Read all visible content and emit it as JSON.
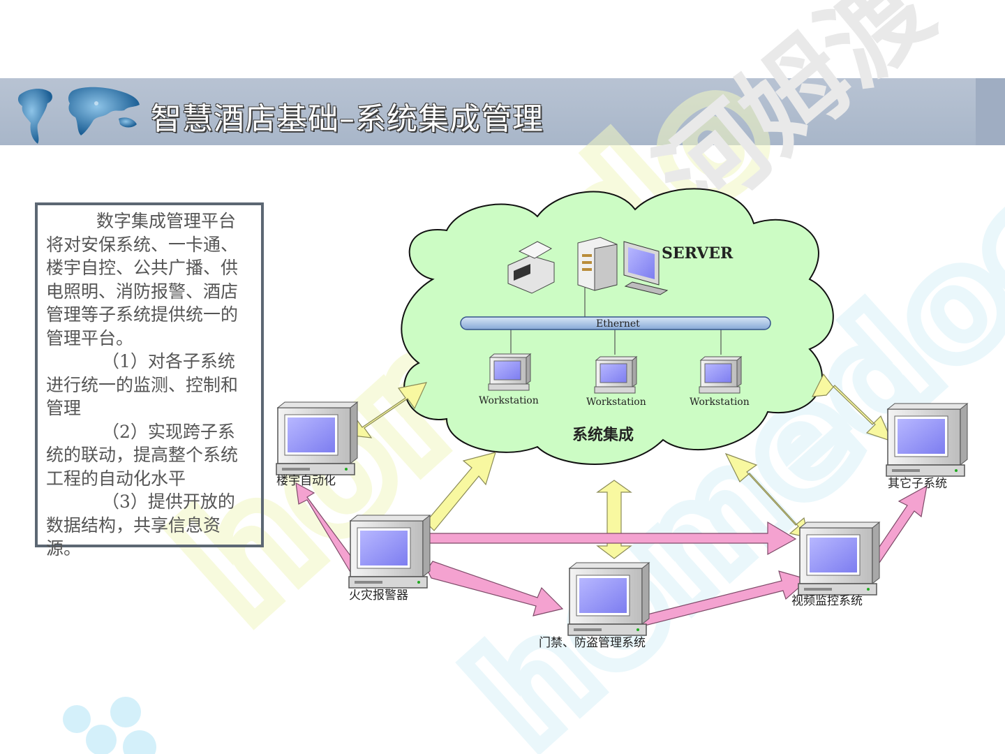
{
  "header": {
    "title": "智慧酒店基础–系统集成管理"
  },
  "watermark": {
    "text": "homedocom",
    "logo_text": "河姆渡"
  },
  "description": {
    "intro": "数字集成管理平台将对安保系统、一卡通、楼宇自控、公共广播、供电照明、消防报警、酒店管理等子系统提供统一的管理平台。",
    "point1": "（1）对各子系统进行统一的监测、控制和管理",
    "point2": "（2）实现跨子系统的联动，提高整个系统工程的自动化水平",
    "point3": "（3）提供开放的数据结构，共享信息资源。"
  },
  "diagram": {
    "server_label": "SERVER",
    "bus_label": "Ethernet",
    "workstation_label": "Workstation",
    "cloud_label": "系统集成",
    "nodes": {
      "building": "楼宇自动化",
      "other": "其它子系统",
      "fire": "火灾报警器",
      "access": "门禁、防盗管理系统",
      "video": "视频监控系统"
    },
    "colors": {
      "cloud": "#ccfcc4",
      "yellow_arrow": "#f8f8a0",
      "pink_arrow": "#f4a2d0",
      "bus": "#a4c0e4"
    }
  }
}
